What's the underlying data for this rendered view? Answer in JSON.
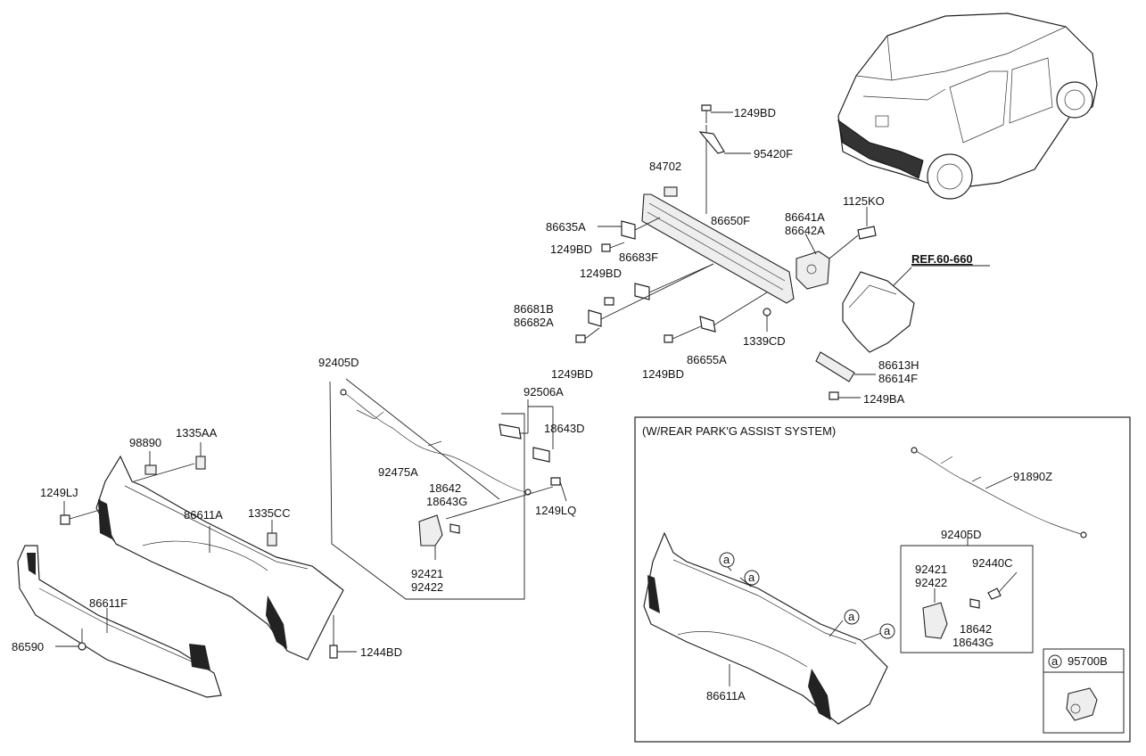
{
  "inset": {
    "title": "(W/REAR PARK'G ASSIST SYSTEM)",
    "labels": [
      "91890Z",
      "92405D",
      "92421",
      "92422",
      "92440C",
      "18642",
      "18643G",
      "86611A"
    ],
    "callout_letter": "a",
    "legend_part": "95700B"
  },
  "reference": "REF.60-660",
  "labels": {
    "1249BD_top": "1249BD",
    "95420F": "95420F",
    "84702": "84702",
    "86635A": "86635A",
    "86650F": "86650F",
    "86641A": "86641A",
    "86642A": "86642A",
    "1125KO": "1125KO",
    "1249BD_a": "1249BD",
    "86683F": "86683F",
    "1249BD_b": "1249BD",
    "86681B": "86681B",
    "86682A": "86682A",
    "1339CD": "1339CD",
    "1249BD_c": "1249BD",
    "1249BD_d": "1249BD",
    "86655A": "86655A",
    "86613H": "86613H",
    "86614F": "86614F",
    "1249BA": "1249BA",
    "92405D": "92405D",
    "92506A": "92506A",
    "18643D": "18643D",
    "92475A": "92475A",
    "18642": "18642",
    "18643G": "18643G",
    "1249LQ": "1249LQ",
    "92421": "92421",
    "92422": "92422",
    "98890": "98890",
    "1335AA": "1335AA",
    "1249LJ": "1249LJ",
    "86611A": "86611A",
    "1335CC": "1335CC",
    "86611F": "86611F",
    "86590": "86590",
    "1244BD": "1244BD"
  }
}
